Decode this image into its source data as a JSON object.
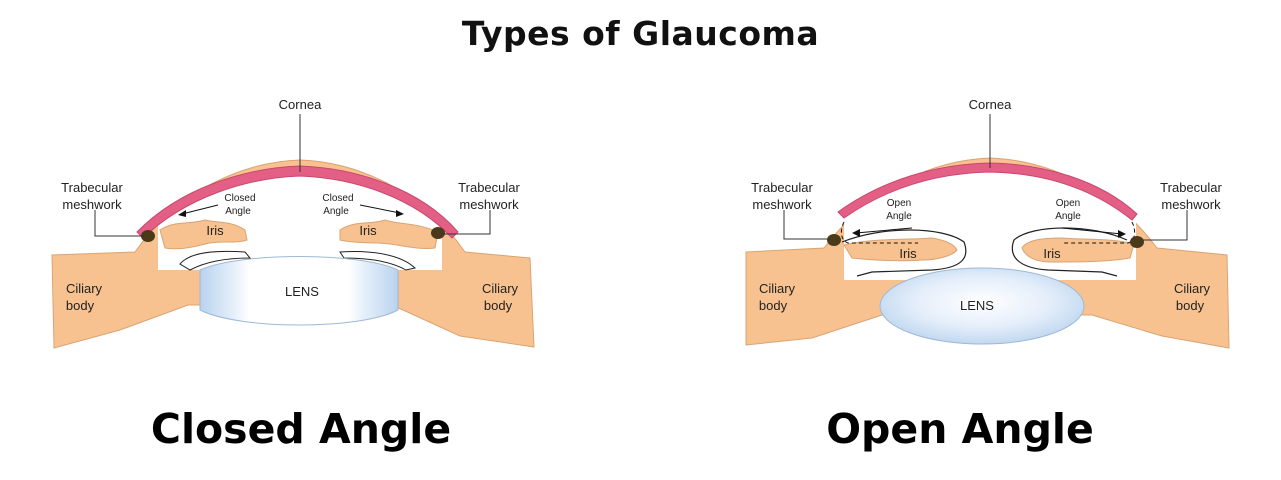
{
  "title": "Types of Glaucoma",
  "closed": {
    "caption": "Closed Angle",
    "labels": {
      "cornea": "Cornea",
      "trabecular_left_1": "Trabecular",
      "trabecular_left_2": "meshwork",
      "trabecular_right_1": "Trabecular",
      "trabecular_right_2": "meshwork",
      "angle_left_1": "Closed",
      "angle_left_2": "Angle",
      "angle_right_1": "Closed",
      "angle_right_2": "Angle",
      "iris_left": "Iris",
      "iris_right": "Iris",
      "lens": "LENS",
      "ciliary_left_1": "Ciliary",
      "ciliary_left_2": "body",
      "ciliary_right_1": "Ciliary",
      "ciliary_right_2": "body"
    }
  },
  "open": {
    "caption": "Open Angle",
    "labels": {
      "cornea": "Cornea",
      "trabecular_left_1": "Trabecular",
      "trabecular_left_2": "meshwork",
      "trabecular_right_1": "Trabecular",
      "trabecular_right_2": "meshwork",
      "angle_left_1": "Open",
      "angle_left_2": "Angle",
      "angle_right_1": "Open",
      "angle_right_2": "Angle",
      "iris_left": "Iris",
      "iris_right": "Iris",
      "lens": "LENS",
      "ciliary_left_1": "Ciliary",
      "ciliary_left_2": "body",
      "ciliary_right_1": "Ciliary",
      "ciliary_right_2": "body"
    }
  },
  "colors": {
    "tissue": "#F8C290",
    "tissue_stroke": "#d9a472",
    "cornea_band": "#E45F86",
    "lens_edge": "#b9d3ee",
    "lens_center": "#ffffff",
    "meshwork": "#4a3a1a"
  }
}
